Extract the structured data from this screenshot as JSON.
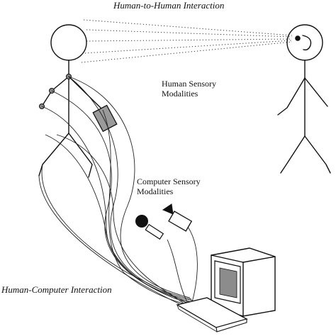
{
  "labels": {
    "human_to_human": "Human-to-Human Interaction",
    "human_sensory_line1": "Human Sensory",
    "human_sensory_line2": "Modalities",
    "computer_sensory_line1": "Computer Sensory",
    "computer_sensory_line2": "Modalities",
    "human_computer": "Human-Computer Interaction"
  }
}
